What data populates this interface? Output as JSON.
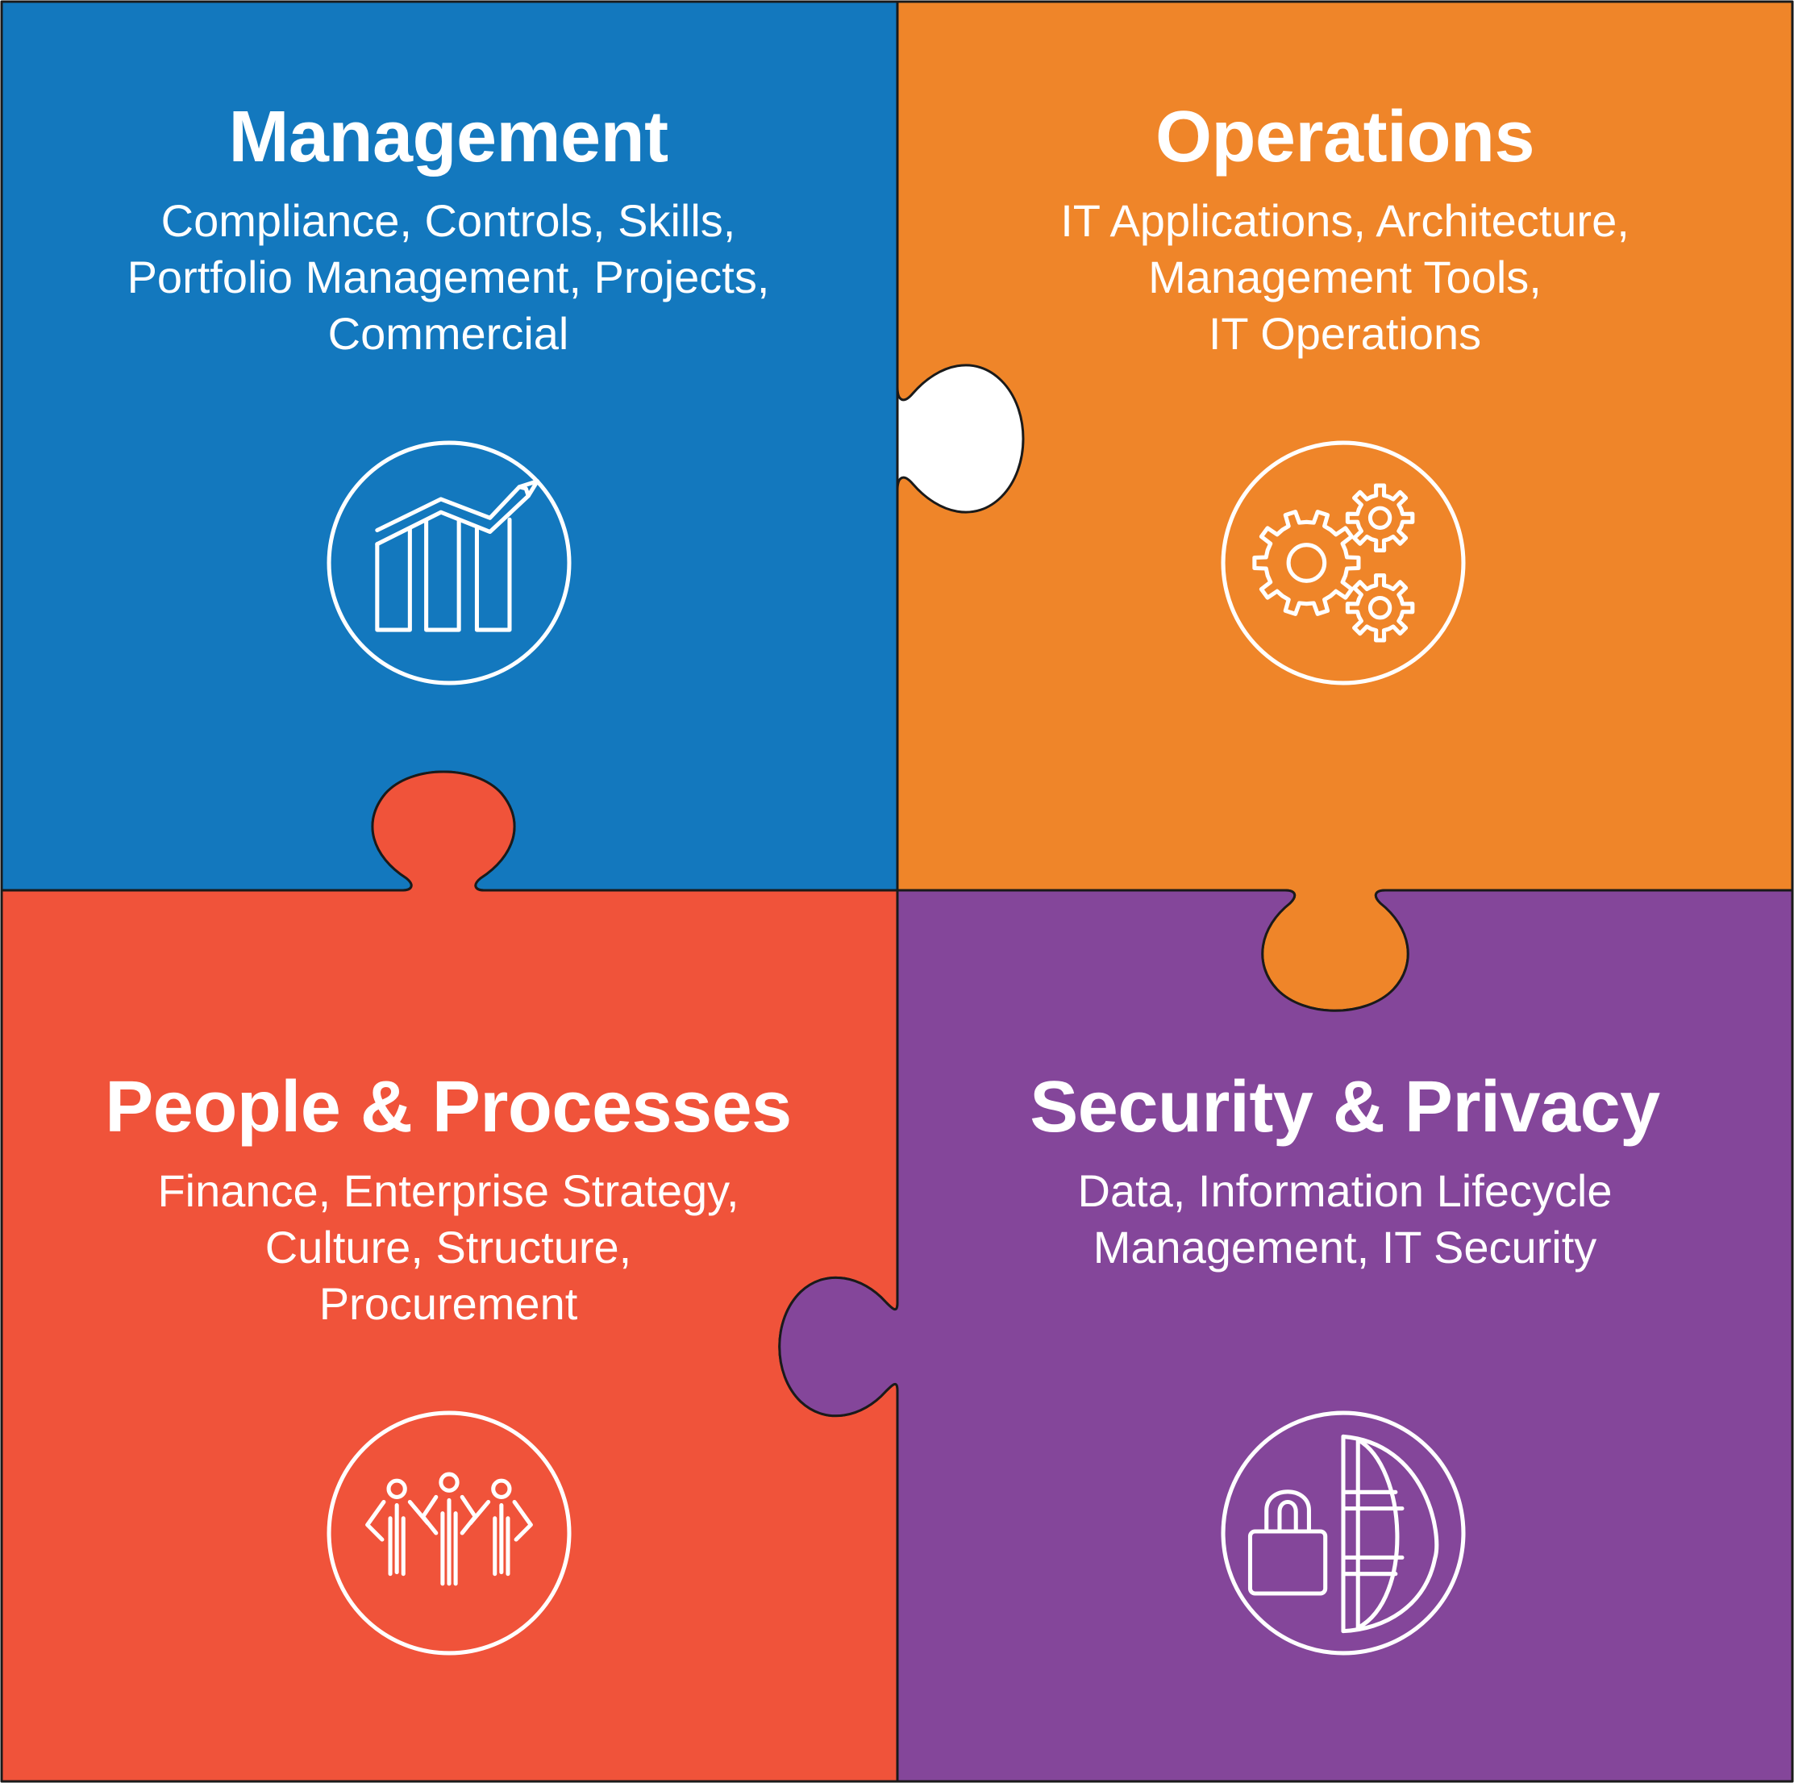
{
  "colors": {
    "management": "#1378be",
    "operations": "#ef8529",
    "people": "#f0533a",
    "security": "#84469a",
    "outline": "#1a1a1a",
    "foreground": "#ffffff"
  },
  "quadrants": [
    {
      "id": "management",
      "title": "Management",
      "lines": [
        "Compliance, Controls, Skills,",
        "Portfolio Management, Projects,",
        "Commercial"
      ],
      "icon": "bar-chart-growth-icon"
    },
    {
      "id": "operations",
      "title": "Operations",
      "lines": [
        "IT Applications, Architecture,",
        "Management Tools,",
        "IT Operations"
      ],
      "icon": "gears-icon"
    },
    {
      "id": "people",
      "title": "People & Processes",
      "lines": [
        "Finance, Enterprise Strategy,",
        "Culture, Structure,",
        "Procurement"
      ],
      "icon": "people-group-icon"
    },
    {
      "id": "security",
      "title": "Security & Privacy",
      "lines": [
        "Data, Information Lifecycle",
        "Management, IT Security"
      ],
      "icon": "lock-globe-icon"
    }
  ]
}
